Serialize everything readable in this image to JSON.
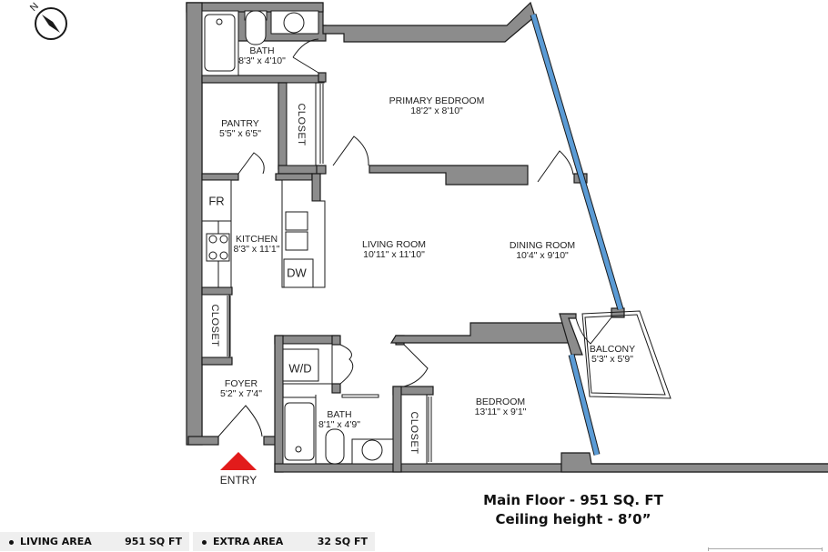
{
  "compass": {
    "north_label": "N",
    "icon": "compass-icon"
  },
  "rooms": {
    "bath_top": {
      "name": "BATH",
      "dims": "8'3\" x 4'10\""
    },
    "pantry": {
      "name": "PANTRY",
      "dims": "5'5\" x 6'5\""
    },
    "closet_top": {
      "name": "CLOSET"
    },
    "primary_bedroom": {
      "name": "PRIMARY BEDROOM",
      "dims": "18'2\" x 8'10\""
    },
    "kitchen": {
      "name": "KITCHEN",
      "dims": "8'3\" x 11'1\""
    },
    "living_room": {
      "name": "LIVING ROOM",
      "dims": "10'11\" x 11'10\""
    },
    "dining_room": {
      "name": "DINING ROOM",
      "dims": "10'4\" x 9'10\""
    },
    "closet_left": {
      "name": "CLOSET"
    },
    "balcony": {
      "name": "BALCONY",
      "dims": "5'3\" x 5'9\""
    },
    "foyer": {
      "name": "FOYER",
      "dims": "5'2\" x 7'4\""
    },
    "bath_bottom": {
      "name": "BATH",
      "dims": "8'1\" x 4'9\""
    },
    "closet_bottom": {
      "name": "CLOSET"
    },
    "bedroom": {
      "name": "BEDROOM",
      "dims": "13'11\" x 9'1\""
    }
  },
  "fixtures": {
    "fridge": "FR",
    "dishwasher": "DW",
    "washer_dryer": "W/D"
  },
  "entry": {
    "label": "ENTRY",
    "color": "#e21b1b"
  },
  "summary": {
    "line1": "Main Floor - 951 SQ. FT",
    "line2": "Ceiling height - 8’0”"
  },
  "footer": {
    "living": {
      "label": "LIVING AREA",
      "value": "951 SQ FT"
    },
    "extra": {
      "label": "EXTRA AREA",
      "value": "32 SQ FT"
    }
  },
  "colors": {
    "wall": "#8a8a8a",
    "window": "#5b9bd5",
    "outline": "#1a1a1a"
  }
}
